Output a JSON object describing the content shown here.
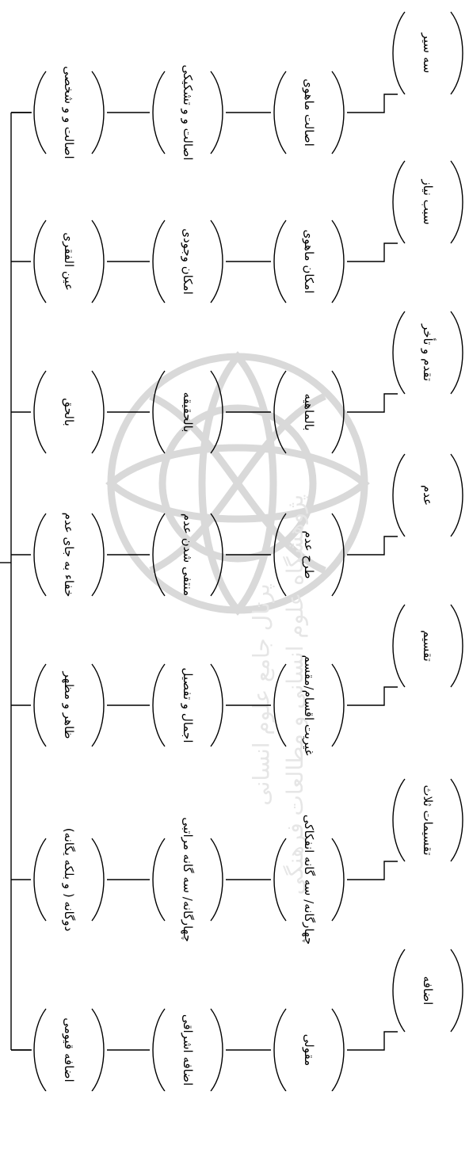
{
  "watermark": {
    "line1": "پژوهشگاه علوم انسانی و مطالعات فرهنگی",
    "line2": "پرتال جامع علوم انسانی"
  },
  "columns": [
    {
      "id": "col1",
      "nodes": [
        "اصالت و و شخصی",
        "عین الفقری",
        "بالحق",
        "خفاء به جای عدم",
        "ظاهر و مظهر",
        "دوگانه ( و بلکه یگانه)",
        "اضافه قیومی"
      ]
    },
    {
      "id": "col2",
      "nodes": [
        "اصالت و و تشکیکی",
        "امکان وجودی",
        "بالحقیقه",
        "منتفی شدن عدم",
        "اجمال و تفصیل",
        "چهارگانه/ سه گانه مراتبی",
        "اضافه اشراقی"
      ]
    },
    {
      "id": "col3",
      "nodes": [
        "اصالت ماهوی",
        "امکان ماهوی",
        "بالماهیه",
        "طرح عدم",
        "غیریت اقسام/مقسم",
        "چهارگانه/ سه گانه انفکاکی",
        "مقولی"
      ]
    },
    {
      "id": "col4",
      "nodes": [
        "سه سیر",
        "سبب نیاز",
        "تقدم و تأخر",
        "عدم",
        "تقسیم",
        "تقسیمات ثلاث",
        "اضافه"
      ]
    }
  ]
}
